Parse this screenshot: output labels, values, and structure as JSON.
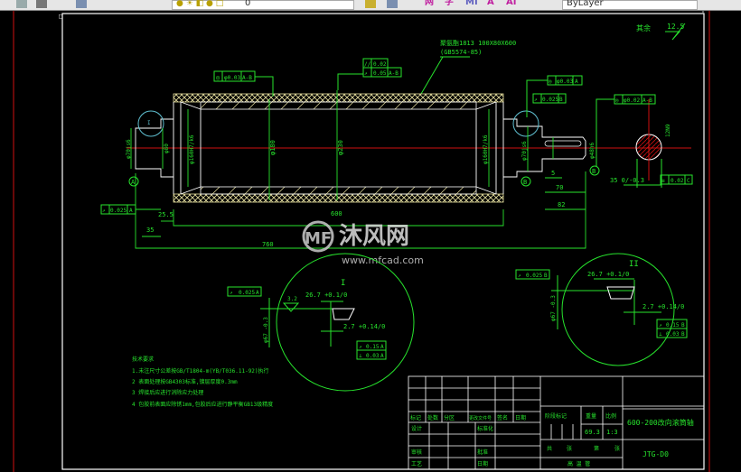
{
  "toolbar": {
    "layer_value": "0",
    "linetype_value": "ByLayer",
    "text_tools": [
      "网",
      "字",
      "MI",
      "A",
      "AI"
    ]
  },
  "drawing": {
    "surface_roughness_label": "其余",
    "surface_roughness_value": "12.5",
    "material_note_line1": "聚氨酯1813 100X80X600",
    "material_note_line2": "(GB5574-85)",
    "gdt": {
      "left_runout": [
        "◎",
        "φ0.03",
        "A-B"
      ],
      "top_parallel": [
        "//",
        "0.02"
      ],
      "top_runout": [
        "↗",
        "0.05",
        "A-B"
      ],
      "right_concentric": [
        "◎",
        "φ0.03",
        "A"
      ],
      "right_runout": [
        "↗",
        "0.025",
        "B"
      ],
      "far_right_concentric": [
        "◎",
        "φ0.02",
        "A-B"
      ],
      "left_face_runout": [
        "↗",
        "0.025",
        "A"
      ],
      "key_symmetry": [
        "≡",
        "0.02",
        "C"
      ]
    },
    "dimensions": {
      "overall_length": "600",
      "total_length": "760",
      "d_outer": "φ230",
      "d_inner": "φ180",
      "d_left_bearing": "φ70js6",
      "d_left_step": "φ80",
      "d_left_bore": "φ160H7/k6",
      "d_right_bore": "φ160H7/k6",
      "d_right_bearing": "φ70js6",
      "d_shaft_end": "φ48h6",
      "left_offset": "25.5",
      "left_step": "35",
      "key_5": "5",
      "key_70": "70",
      "shaft_82": "82",
      "key_depth": "35 0/-0.3",
      "key_width": "12N9",
      "datum_a": "A",
      "datum_b": "B"
    },
    "detail_i": {
      "label": "I",
      "dim1": "26.7 +0.1/0",
      "dim2": "2.7 +0.14/0",
      "dia": "φ67 -0.3",
      "roughness": "3.2",
      "gdt_top": [
        "↗",
        "0.025",
        "A"
      ],
      "gdt_runout": [
        "↗",
        "0.15",
        "A"
      ],
      "gdt_perp": [
        "⊥",
        "0.03",
        "A"
      ]
    },
    "detail_ii": {
      "label": "II",
      "dim1": "26.7 +0.1/0",
      "dim2": "2.7 +0.14/0",
      "dia": "φ67 -0.3",
      "gdt_top": [
        "↗",
        "0.025",
        "B"
      ],
      "gdt_runout": [
        "↗",
        "0.15",
        "B"
      ],
      "gdt_perp": [
        "⊥",
        "0.03",
        "B"
      ]
    },
    "tech_notes": {
      "title": "技术要求",
      "lines": [
        "1.未注尺寸公差按GB/T1804-m(YB/T036.11-92)执行",
        "2 表面处理按GB4303标准,镀层厚度0.3mm",
        "3 焊接后应进行消除应力处理",
        "4 包胶前表面应除锈1mm,包胶后应进行静平衡GB13级精度"
      ]
    },
    "watermark": {
      "brand": "沐风网",
      "url": "www.mfcad.com"
    }
  },
  "title_block": {
    "header_cells": [
      "标记",
      "处数",
      "分区",
      "更改文件号",
      "签名",
      "日期"
    ],
    "row_design": [
      "设计",
      "",
      "",
      "标准化",
      "",
      ""
    ],
    "row_check": [
      "审核",
      "",
      "",
      "批准",
      "",
      ""
    ],
    "row_process": [
      "工艺",
      "",
      "",
      "日期",
      "",
      ""
    ],
    "stage_label": "阶段标记",
    "weight_label": "重量",
    "scale_label": "比例",
    "weight_value": "69.3",
    "scale_value": "1:3",
    "sheet_labels": [
      "共",
      "张",
      "第",
      "张"
    ],
    "sheet_note": "高 温 管",
    "drawing_name": "600-200改向滚筒轴",
    "drawing_number": "JTG-D0"
  },
  "colors": {
    "background": "#000000",
    "dimension": "#27e32d",
    "outline": "#ffffff",
    "centerline": "#d01010",
    "coating": "#e8e0a0",
    "detail_circle": "#5fbfd0"
  }
}
